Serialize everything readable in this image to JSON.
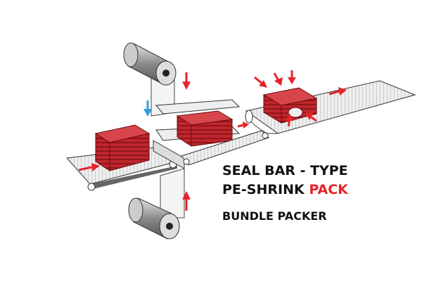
{
  "title": {
    "line1": "SEAL BAR - TYPE",
    "line2_prefix": "PE-SHRINK ",
    "line2_highlight": "PACK",
    "line3": "BUNDLE PACKER"
  },
  "colors": {
    "product": "#c0262c",
    "arrow_red": "#e8232a",
    "arrow_blue": "#2a9fe0",
    "roll": "#9a9a9a"
  }
}
